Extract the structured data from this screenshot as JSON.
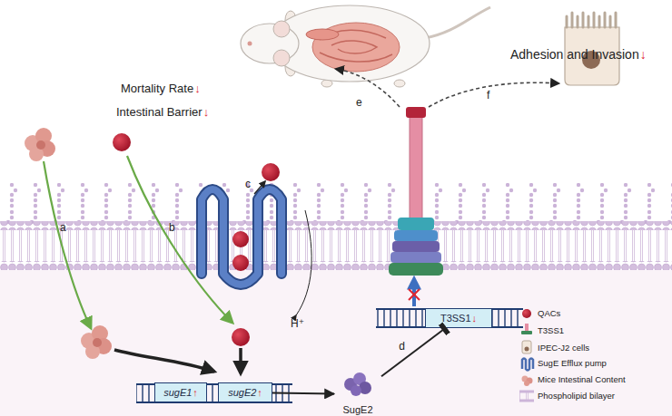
{
  "diagram": {
    "nodes": [
      {
        "text": [
          "sugE1",
          "↑"
        ]
      },
      {
        "text": [
          "sugE2",
          "↑"
        ]
      },
      {
        "text": [
          "SugE2"
        ]
      },
      {
        "text": [
          "T3SS1",
          "↓"
        ]
      }
    ],
    "edges": [
      {
        "from": 1,
        "to": 2,
        "arrow": "to"
      },
      {
        "from": 2,
        "to": 3,
        "label": "d",
        "arrow": "to"
      }
    ],
    "labels": [
      "Mortality Rate",
      "↓",
      "Intestinal Barrier",
      "↓",
      "Adhesion and Invasion",
      "↓",
      "a",
      "b",
      "c",
      "e",
      "f",
      "H⁺"
    ],
    "legend": [
      {
        "text": "QACs"
      },
      {
        "text": "T3SS1"
      },
      {
        "text": "IPEC-J2 cells"
      },
      {
        "text": "SugE Efflux pump"
      },
      {
        "text": "Mice Intestinal Content"
      },
      {
        "text": "Phospholipid bilayer"
      }
    ]
  }
}
